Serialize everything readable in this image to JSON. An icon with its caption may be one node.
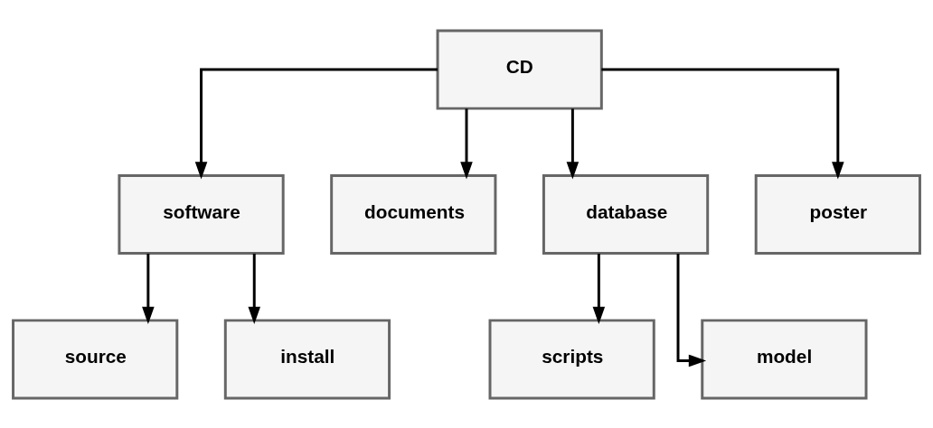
{
  "diagram": {
    "nodes": [
      {
        "text": [
          "CD"
        ]
      },
      {
        "text": [
          "software"
        ]
      },
      {
        "text": [
          "documents"
        ]
      },
      {
        "text": [
          "database"
        ]
      },
      {
        "text": [
          "poster"
        ]
      },
      {
        "text": [
          "source"
        ]
      },
      {
        "text": [
          "install"
        ]
      },
      {
        "text": [
          "scripts"
        ]
      },
      {
        "text": [
          "model"
        ]
      }
    ],
    "edges": [
      {
        "from": 0,
        "to": 1,
        "arrow": "to"
      },
      {
        "from": 0,
        "to": 2,
        "arrow": "to"
      },
      {
        "from": 0,
        "to": 3,
        "arrow": "to"
      },
      {
        "from": 0,
        "to": 4,
        "arrow": "to"
      },
      {
        "from": 1,
        "to": 5,
        "arrow": "to"
      },
      {
        "from": 1,
        "to": 6,
        "arrow": "to"
      },
      {
        "from": 3,
        "to": 7,
        "arrow": "to"
      },
      {
        "from": 3,
        "to": 8,
        "arrow": "to"
      }
    ]
  }
}
